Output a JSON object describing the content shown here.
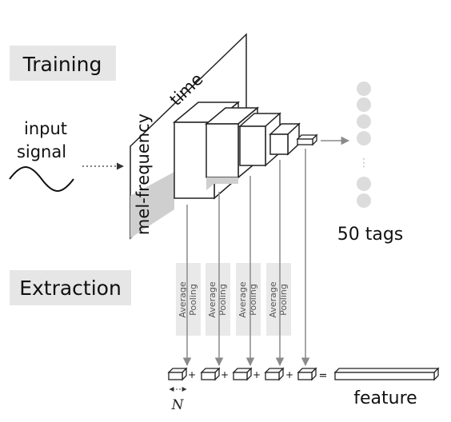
{
  "sections": {
    "training": "Training",
    "extraction": "Extraction"
  },
  "input": {
    "line1": "input",
    "line2": "signal"
  },
  "axes": {
    "time": "time",
    "frequency": "mel-frequency"
  },
  "output": {
    "tags": "50 tags",
    "ellipsis": "⋮"
  },
  "pooling": {
    "label_line1": "Average",
    "label_line2": "Pooling",
    "count": 4
  },
  "operators": {
    "plus": "+",
    "equals": "="
  },
  "feature": {
    "label": "feature",
    "size_symbol": "N"
  },
  "colors": {
    "label_bg": "#e6e6e6",
    "pool_bg": "#e9e9e9",
    "arrow": "#8a8a8a",
    "dots": "#dcdcdc",
    "shadow": "#cfcfcf"
  }
}
